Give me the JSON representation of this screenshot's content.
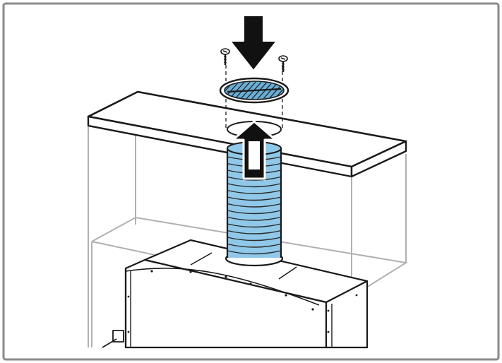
{
  "figure": {
    "frame_color": "#8a8a8a",
    "outline_color": "#1a1a1a",
    "ghost_color": "#b0b0b0",
    "duct_color": "#8fc8e8",
    "arrow_color": "#111111"
  },
  "components": [
    {
      "name": "frame",
      "icon": "rounded-border"
    },
    {
      "name": "ceiling-board",
      "icon": "board-panel"
    },
    {
      "name": "ceiling-cabinet-outline",
      "icon": "wire-box"
    },
    {
      "name": "exhaust-flange",
      "icon": "round-grille"
    },
    {
      "name": "mounting-screws",
      "count": 2,
      "icon": "screw-icon"
    },
    {
      "name": "flexible-duct",
      "icon": "corrugated-hose"
    },
    {
      "name": "range-hood-body",
      "icon": "hood-housing"
    },
    {
      "name": "push-down-arrow",
      "icon": "arrow-down-icon"
    },
    {
      "name": "push-up-arrow",
      "icon": "arrow-up-icon"
    }
  ]
}
